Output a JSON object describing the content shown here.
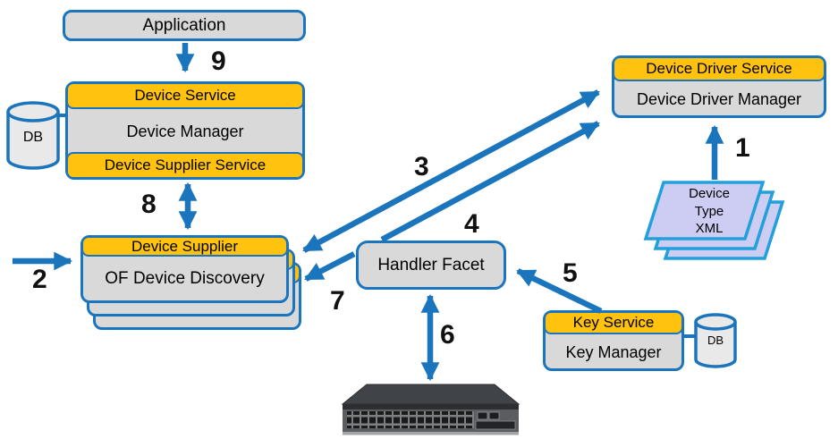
{
  "diagram": {
    "nodes": {
      "application": {
        "label": "Application"
      },
      "device_service": {
        "header": "Device Service",
        "body": "Device Manager",
        "footer": "Device Supplier Service"
      },
      "db_left": {
        "label": "DB"
      },
      "device_supplier": {
        "header": "Device Supplier",
        "body": "OF Device Discovery"
      },
      "device_driver": {
        "header": "Device Driver Service",
        "body": "Device Driver Manager"
      },
      "device_type_xml": {
        "lines": [
          "Device",
          "Type",
          "XML"
        ]
      },
      "handler_facet": {
        "label": "Handler Facet"
      },
      "key_service": {
        "header": "Key Service",
        "body": "Key Manager"
      },
      "db_right": {
        "label": "DB"
      }
    },
    "step_labels": {
      "s1": "1",
      "s2": "2",
      "s3": "3",
      "s4": "4",
      "s5": "5",
      "s6": "6",
      "s7": "7",
      "s8": "8",
      "s9": "9"
    },
    "icons": {
      "switch": "network-switch",
      "database": "database-cylinder",
      "xml_stack": "stacked-sheets"
    },
    "colors": {
      "blue": "#1B75BC",
      "orange": "#FFC20E",
      "grey": "#D9D9D9",
      "grey_light": "#E9E9E9",
      "xml_fill": "#CDCCF2",
      "xml_border": "#22A0DC"
    }
  }
}
